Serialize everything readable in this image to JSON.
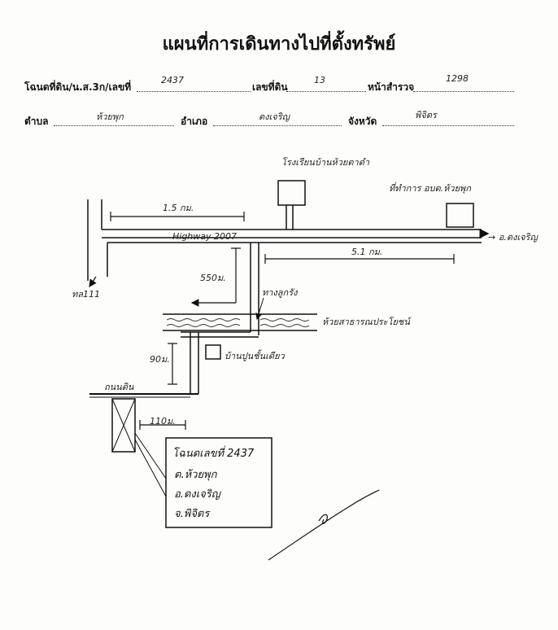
{
  "title": "แผนที่การเดินทางไปที่ตั้งทรัพย์",
  "form": {
    "deed_label": "โฉนดที่ดิน/น.ส.3ก/เลขที่",
    "deed_value": "2437",
    "land_no_label": "เลขที่ดิน",
    "land_no_value": "13",
    "survey_label": "หน้าสำรวจ",
    "survey_value": "1298",
    "subdistrict_label": "ตำบล",
    "subdistrict_value": "ห้วยพุก",
    "district_label": "อำเภอ",
    "district_value": "ดงเจริญ",
    "province_label": "จังหวัด",
    "province_value": "พิจิตร"
  },
  "map": {
    "school_label": "โรงเรียนบ้านห้วยตาดำ",
    "office_label": "ที่ทำการ อบต.ห้วยพุก",
    "dist_1_5": "1.5 กม.",
    "to_dongcharoen": "→ อ.ดงเจริญ",
    "highway_label": "Highway 2007",
    "dist_5_1": "5.1 กม.",
    "road_1111": "ทล111",
    "dist_550": "550ม.",
    "path_label": "ทางลูกรัง",
    "canal_label": "ห้วยสาธารณประโยชน์",
    "dist_90": "90ม.",
    "house_label": "บ้านปูนชั้นเดียว",
    "dirt_road": "ถนนดิน",
    "dist_110": "110ม.",
    "box_line1": "โฉนดเลขที่ 2437",
    "box_line2": "ต.ห้วยพุก",
    "box_line3": "อ.ดงเจริญ",
    "box_line4": "จ.พิจิตร"
  }
}
